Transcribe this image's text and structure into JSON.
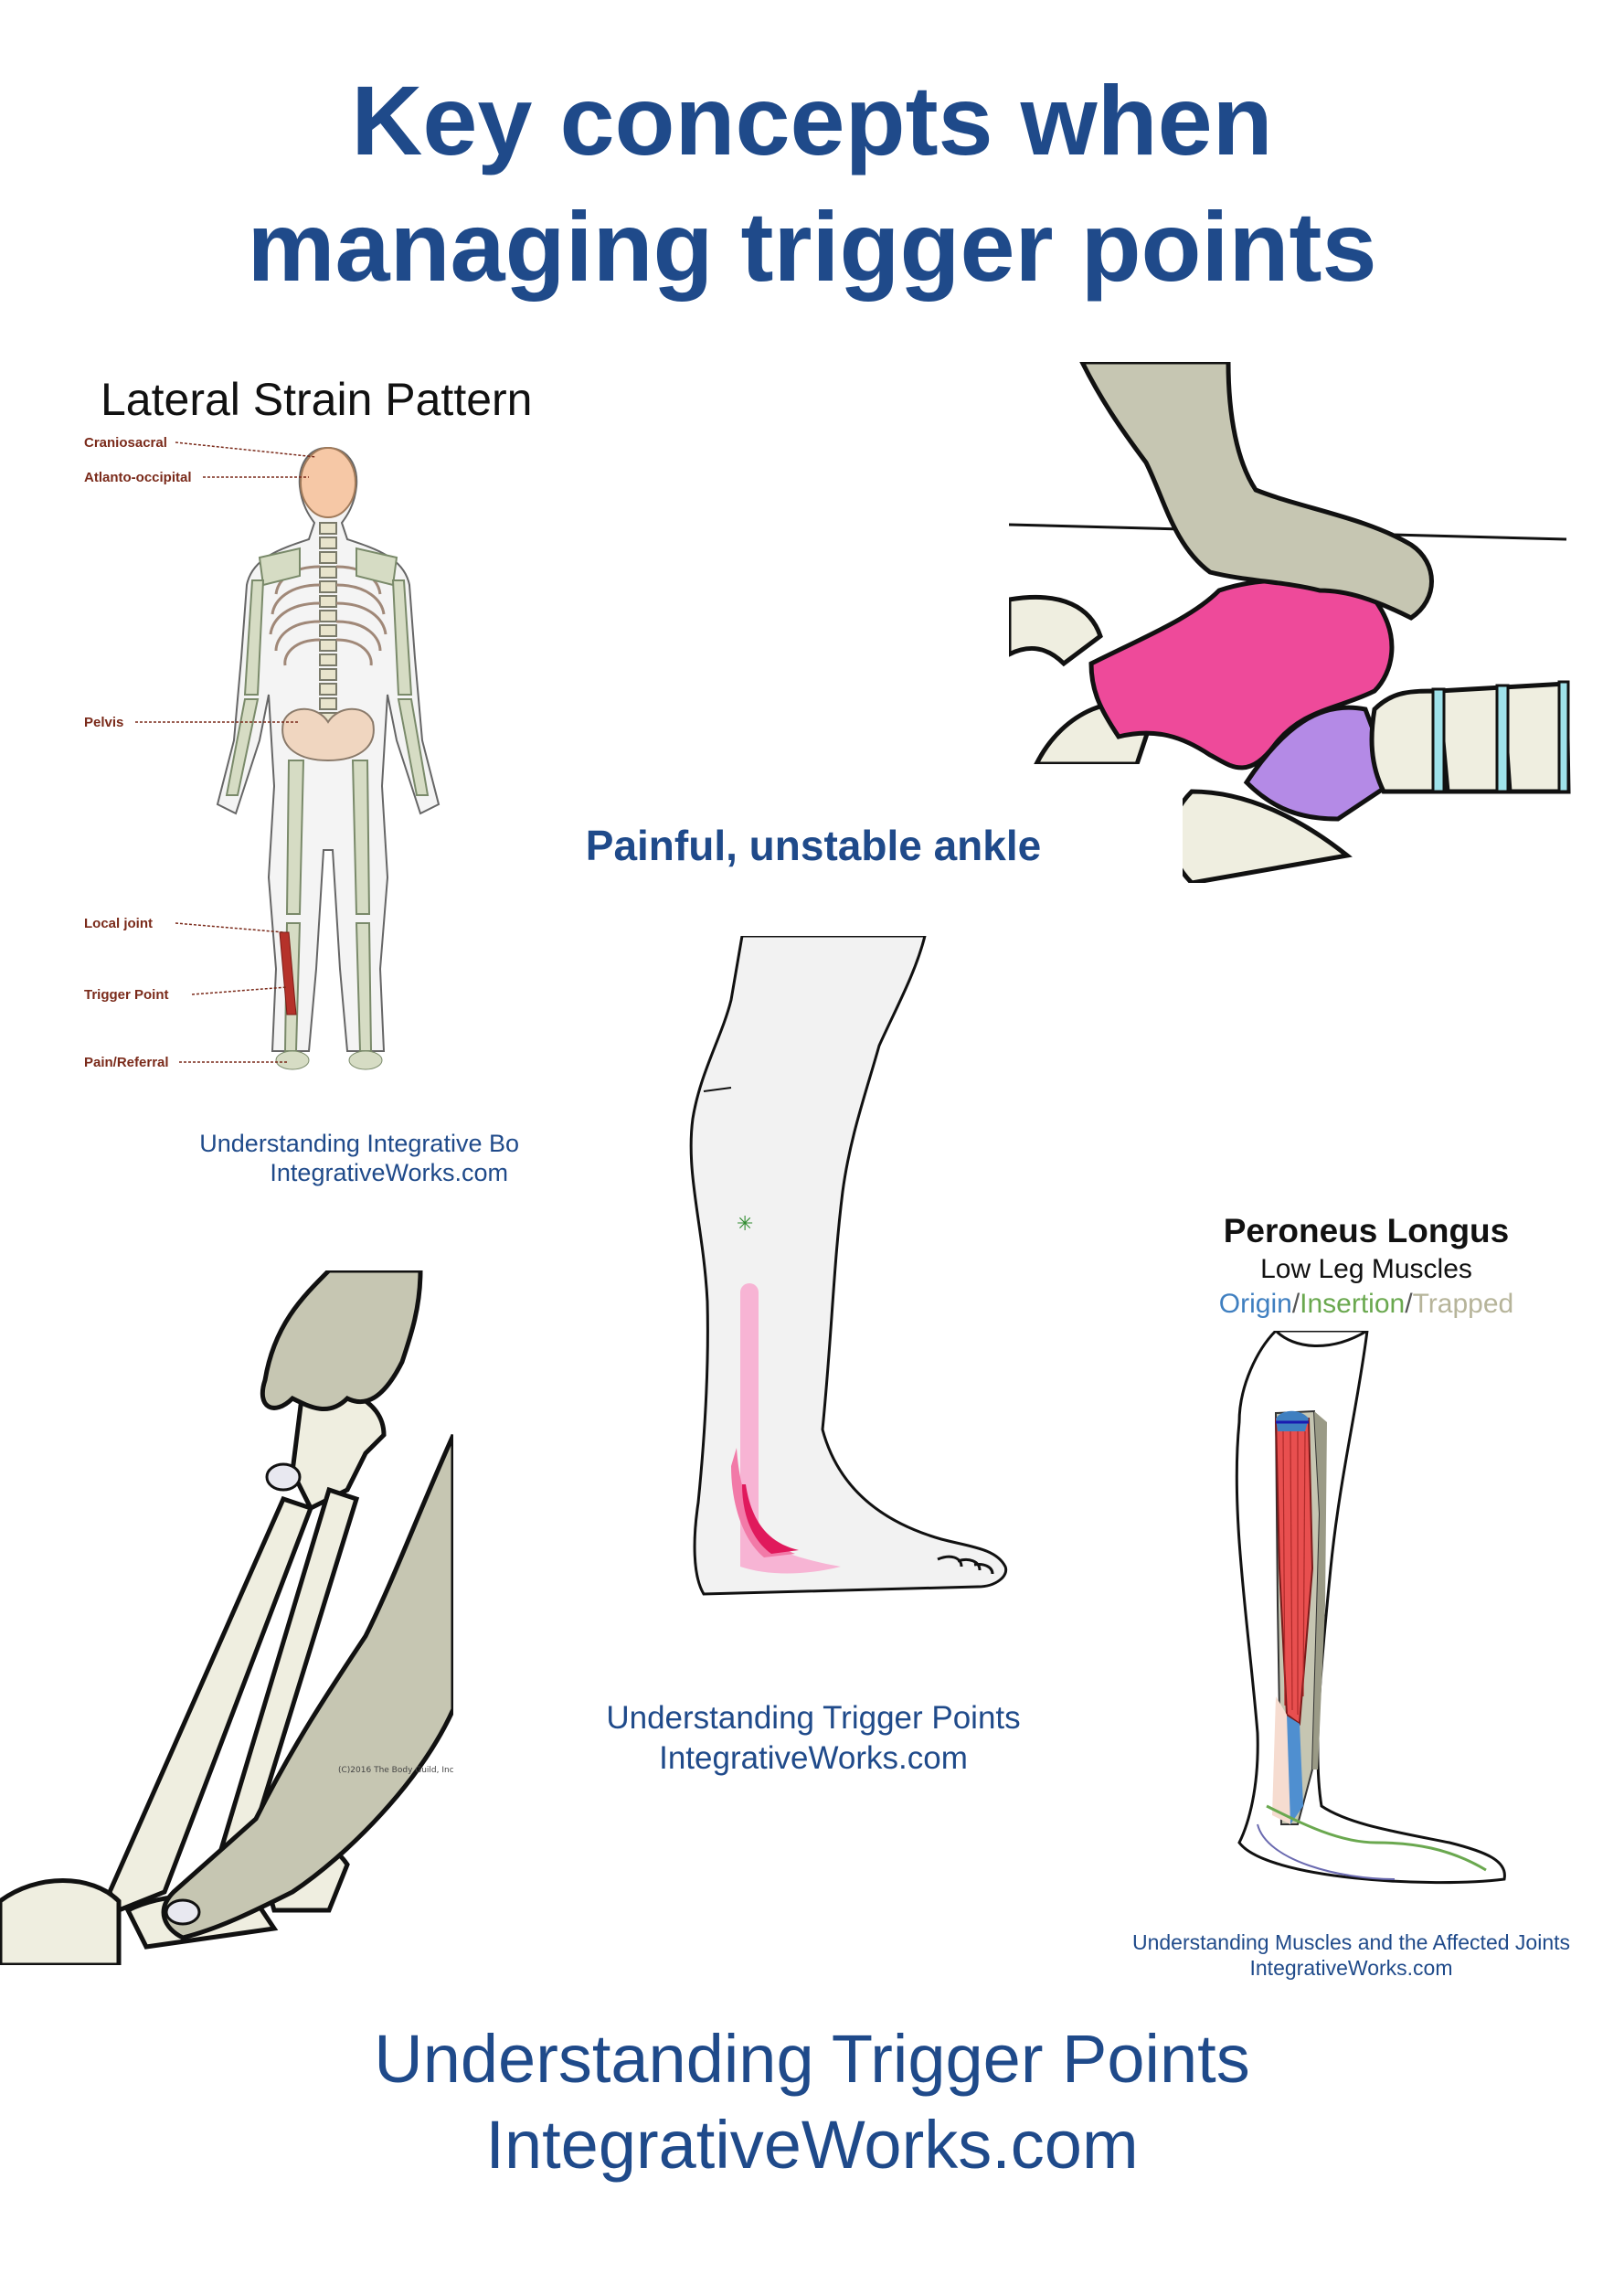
{
  "title": {
    "line1": "Key concepts when",
    "line2": "managing trigger points"
  },
  "panel_skeleton": {
    "heading": "Lateral Strain Pattern",
    "labels": {
      "craniosacral": "Craniosacral",
      "atlanto": "Atlanto-occipital",
      "pelvis": "Pelvis",
      "local_joint": "Local joint",
      "trigger_point": "Trigger Point",
      "pain_referral": "Pain/Referral"
    },
    "caption_line1": "Understanding Integrative Bo",
    "caption_line2": "IntegrativeWorks.com"
  },
  "panel_center": {
    "heading": "Painful, unstable ankle",
    "caption_line1": "Understanding Trigger Points",
    "caption_line2": "IntegrativeWorks.com"
  },
  "panel_peroneus": {
    "title": "Peroneus Longus",
    "subtitle": "Low Leg Muscles",
    "legend_origin": "Origin",
    "legend_sep1": "/",
    "legend_insertion": "Insertion",
    "legend_sep2": "/",
    "legend_trapped": "Trapped",
    "caption_line1": "Understanding Muscles and the Affected Joints",
    "caption_line2": "IntegrativeWorks.com"
  },
  "panel_ankle_hands": {
    "copyright": "(C)2016 The Body Guild, Inc"
  },
  "footer": {
    "line1": "Understanding Trigger Points",
    "line2": "IntegrativeWorks.com"
  },
  "colors": {
    "title_blue": "#1f4a8a",
    "muscle_pink": "#ee4a9a",
    "bone": "#efeee0",
    "hand": "#c6c6b2",
    "referral_pink": "#f7b4d4",
    "trigger_red": "#e0195c",
    "origin_blue": "#3f7fc0",
    "insertion_green": "#6aa84f",
    "trapped_tan": "#b6b49a"
  }
}
